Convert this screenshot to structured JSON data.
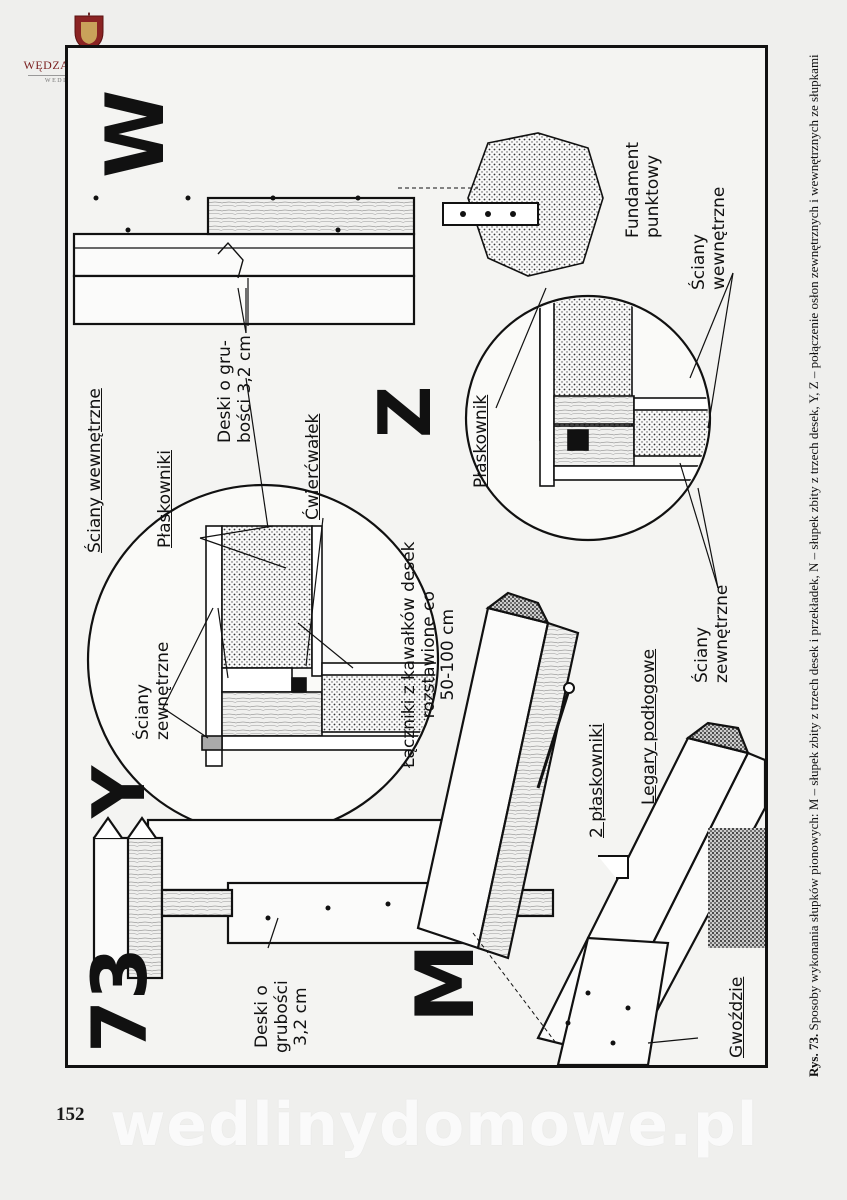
{
  "logo": {
    "name": "WĘDZARNICZA BRAĆ",
    "subtitle": "WEDLINYDOMOWE.PL"
  },
  "figure": {
    "number": "73",
    "letters": {
      "w": "W",
      "z": "Z",
      "y": "Y",
      "m": "M"
    },
    "labels": {
      "sciany_wewn_top": "Ściany wewnętrzne",
      "plaskowniki": "Płaskowniki",
      "deski_32_line1": "Deski o gru-",
      "deski_32_line2": "bości 3,2 cm",
      "cwiercwalek": "Ćwierćwałek",
      "sciany_zewn_y_line1": "Ściany",
      "sciany_zewn_y_line2": "zewnętrzne",
      "laczniki_line1": "Łączniki z kawałków desek",
      "laczniki_line2": "rozstawione co",
      "laczniki_line3": "50-100 cm",
      "fundament_line1": "Fundament",
      "fundament_line2": "punktowy",
      "sciany_wewn_z_line1": "Ściany",
      "sciany_wewn_z_line2": "wewnętrzne",
      "plaskownik": "Płaskownik",
      "sciany_zewn_z_line1": "Ściany",
      "sciany_zewn_z_line2": "zewnętrzne",
      "legary": "Legary podłogowe",
      "dwa_plaskowniki": "2 płaskowniki",
      "deski_m_line1": "Deski o",
      "deski_m_line2": "grubości",
      "deski_m_line3": "3,2 cm",
      "gwozdzie": "Gwoździe"
    }
  },
  "caption": {
    "prefix": "Rys. 73.",
    "text": "Sposoby wykonania słupków pionowych: M – słupek zbity z trzech desek i przekładek, N – słupek zbity z trzech desek, Y, Z – połączenie osłon zewnętrznych i wewnętrznych ze słupkami"
  },
  "page_number": "152",
  "watermark": "wedlinydomowe.pl"
}
